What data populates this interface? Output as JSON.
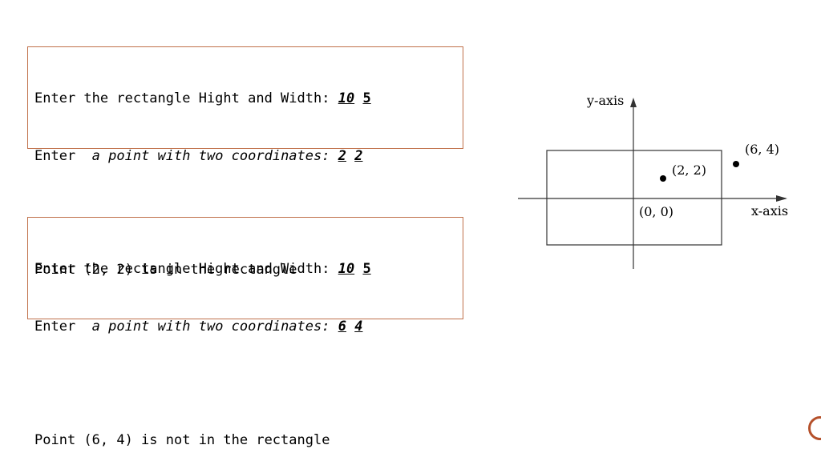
{
  "console_1": {
    "line1_text": "Enter the rectangle Hight and Width: ",
    "line1_input_a": "10",
    "line1_input_b": "5",
    "line2_prefix": "Enter ",
    "line2_text": "a point with two coordinates: ",
    "line2_input_a": "2",
    "line2_input_b": "2",
    "result": "Point (2, 2) is in the rectangle"
  },
  "console_2": {
    "line1_text": "Enter the rectangle Hight and Width: ",
    "line1_input_a": "10",
    "line1_input_b": "5",
    "line2_prefix": "Enter ",
    "line2_text": "a point with two coordinates: ",
    "line2_input_a": "6",
    "line2_input_b": "4",
    "result": "Point (6, 4) is not in the rectangle"
  },
  "diagram": {
    "y_axis_label": "y-axis",
    "x_axis_label": "x-axis",
    "origin_label": "(0, 0)",
    "point_inside_label": "(2, 2)",
    "point_outside_label": "(6, 4)",
    "border_color": "#c0704a"
  }
}
